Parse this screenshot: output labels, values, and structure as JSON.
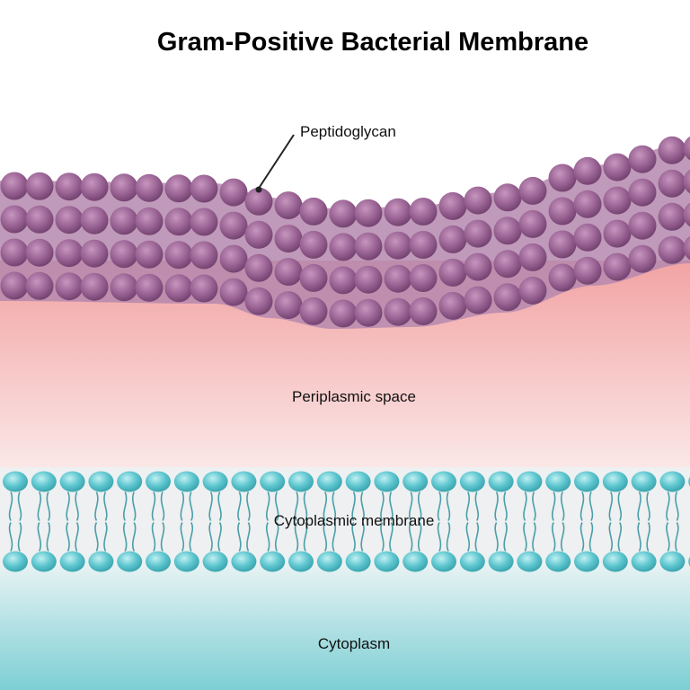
{
  "title": "Gram-Positive Bacterial Membrane",
  "labels": {
    "peptidoglycan": "Peptidoglycan",
    "periplasmic_space": "Periplasmic space",
    "cytoplasmic_membrane": "Cytoplasmic membrane",
    "cytoplasm": "Cytoplasm"
  },
  "colors": {
    "sphere": "#9a6494",
    "sphere_dark": "#6e3e6b",
    "sphere_light": "#c796bf",
    "peptidoglycan_band": "#b588ae",
    "periplasm_top": "#f2a3a3",
    "periplasm_bottom": "#fbe7e7",
    "lipid_head": "#5ec6cf",
    "lipid_head_dark": "#2f9aa5",
    "lipid_tail": "#4a9fa8",
    "membrane_bg": "#eef0f1",
    "cytoplasm_top": "#e6f2f3",
    "cytoplasm_bottom": "#7ccfd4"
  }
}
